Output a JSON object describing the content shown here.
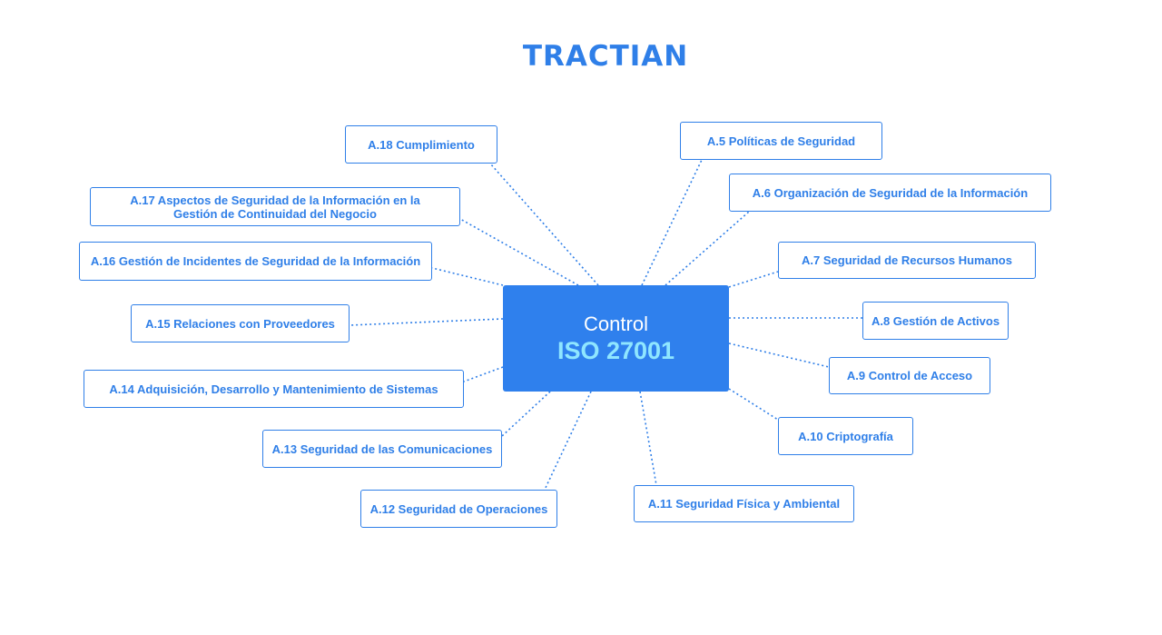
{
  "brand": {
    "logo": "TRACTIAN",
    "accent": "#2f7fe8"
  },
  "center": {
    "title": "Control",
    "subtitle": "ISO 27001",
    "fill": "#2f80ed",
    "subtitle_color": "#8fe6ff"
  },
  "controls": [
    {
      "id": "a5",
      "label": "A.5 Políticas de Seguridad"
    },
    {
      "id": "a6",
      "label": "A.6 Organización de Seguridad de la Información"
    },
    {
      "id": "a7",
      "label": "A.7 Seguridad de Recursos Humanos"
    },
    {
      "id": "a8",
      "label": "A.8 Gestión de Activos"
    },
    {
      "id": "a9",
      "label": "A.9 Control de Acceso"
    },
    {
      "id": "a10",
      "label": "A.10 Criptografía"
    },
    {
      "id": "a11",
      "label": "A.11 Seguridad Física y Ambiental"
    },
    {
      "id": "a12",
      "label": "A.12 Seguridad de Operaciones"
    },
    {
      "id": "a13",
      "label": "A.13 Seguridad de las Comunicaciones"
    },
    {
      "id": "a14",
      "label": "A.14 Adquisición, Desarrollo y Mantenimiento de Sistemas"
    },
    {
      "id": "a15",
      "label": "A.15 Relaciones con Proveedores"
    },
    {
      "id": "a16",
      "label": "A.16 Gestión de Incidentes de Seguridad de la Información"
    },
    {
      "id": "a17",
      "label": "A.17 Aspectos de Seguridad de la Información en la Gestión de Continuidad del Negocio"
    },
    {
      "id": "a18",
      "label": "A.18 Cumplimiento"
    }
  ]
}
